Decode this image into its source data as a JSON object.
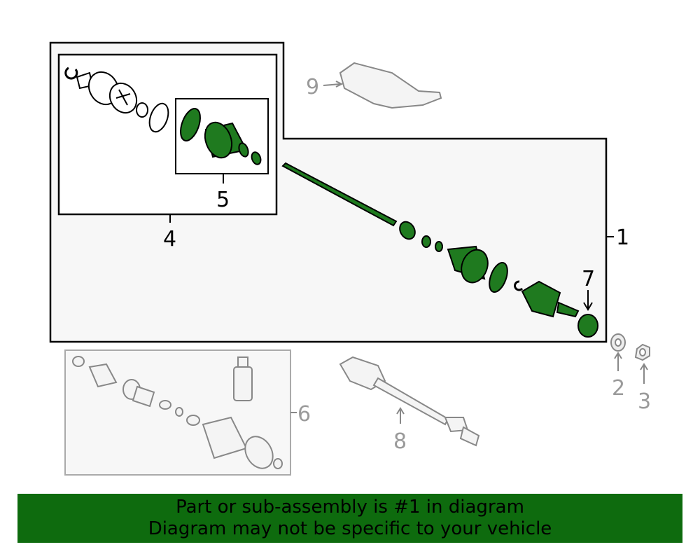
{
  "callouts": {
    "c1": "1",
    "c2": "2",
    "c3": "3",
    "c4": "4",
    "c5": "5",
    "c6": "6",
    "c7": "7",
    "c8": "8",
    "c9": "9"
  },
  "banner": {
    "line1": "Part or sub-assembly is #1 in diagram",
    "line2": "Diagram may not be specific to your vehicle"
  },
  "colors": {
    "highlight": "#1f7a1f",
    "banner": "#0e6b0e",
    "inactive": "#9a9a9a"
  }
}
